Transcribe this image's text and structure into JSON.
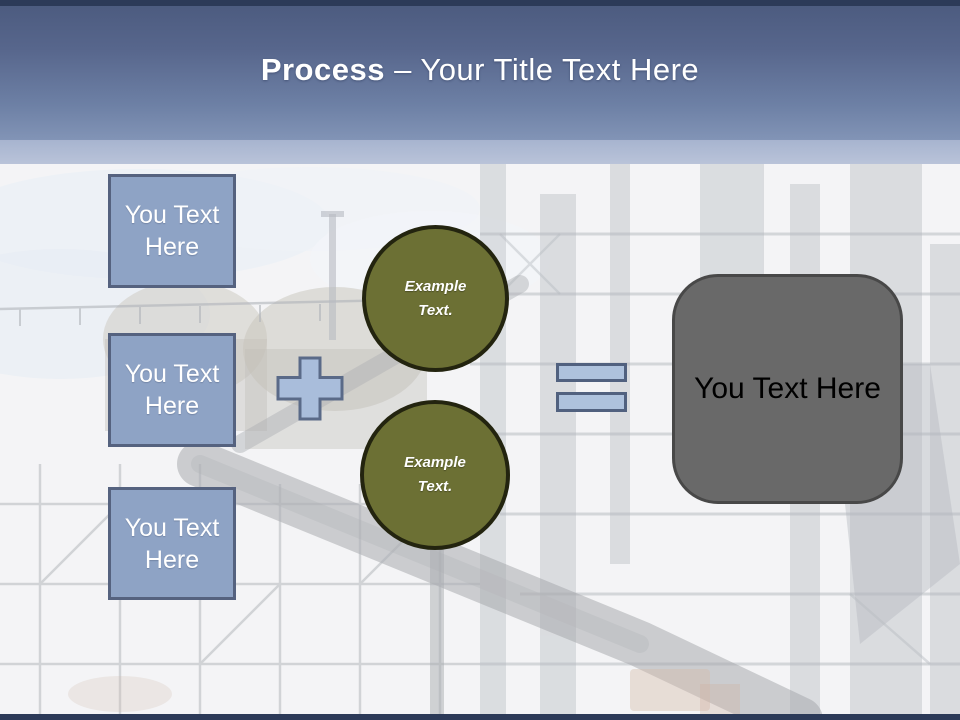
{
  "slide": {
    "title": {
      "emphasis": "Process",
      "separator": " – ",
      "rest": "Your Title Text Here"
    },
    "steps": [
      {
        "label": "You Text Here"
      },
      {
        "label": "You Text Here"
      },
      {
        "label": "You Text Here"
      }
    ],
    "operators": {
      "plus": "plus-sign",
      "equals": "equals-sign"
    },
    "examples": [
      {
        "label": "Example Text."
      },
      {
        "label": "Example Text."
      }
    ],
    "result": {
      "label": "You Text Here"
    }
  },
  "colors": {
    "accent_bar": "#2c3a58",
    "header_gradient_top": "#4b5a7e",
    "header_gradient_bottom": "#8294b6",
    "header_strip": "#b0bcd4",
    "title_text": "#ffffff",
    "step_fill": "#8ea3c5",
    "step_border": "#55627f",
    "operator_fill": "#aec2dd",
    "operator_border": "#51617f",
    "circle_fill": "#6c7034",
    "circle_border": "#23240f",
    "circle_text": "#ffffff",
    "result_fill": "#696969",
    "result_border": "#484848",
    "result_text": "#000000"
  }
}
